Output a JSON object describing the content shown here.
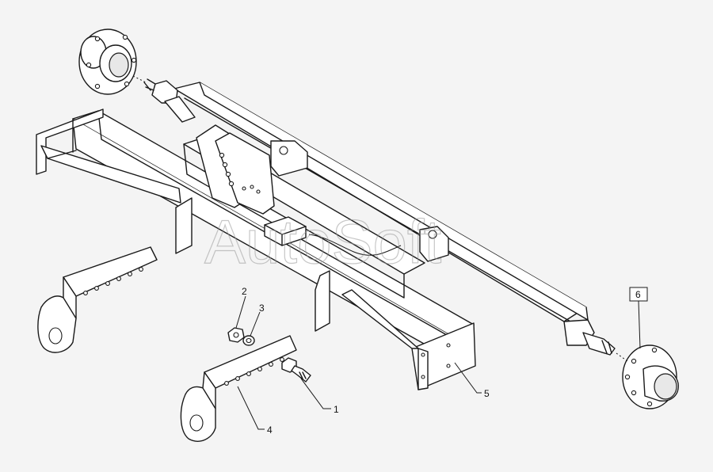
{
  "watermark": "AutoSoft",
  "callouts": {
    "c1": "1",
    "c2": "2",
    "c3": "3",
    "c4": "4",
    "c5": "5",
    "c6": "6"
  },
  "colors": {
    "background": "#f4f4f4",
    "line": "#1a1a1a",
    "watermark": "#9a9a9a"
  }
}
